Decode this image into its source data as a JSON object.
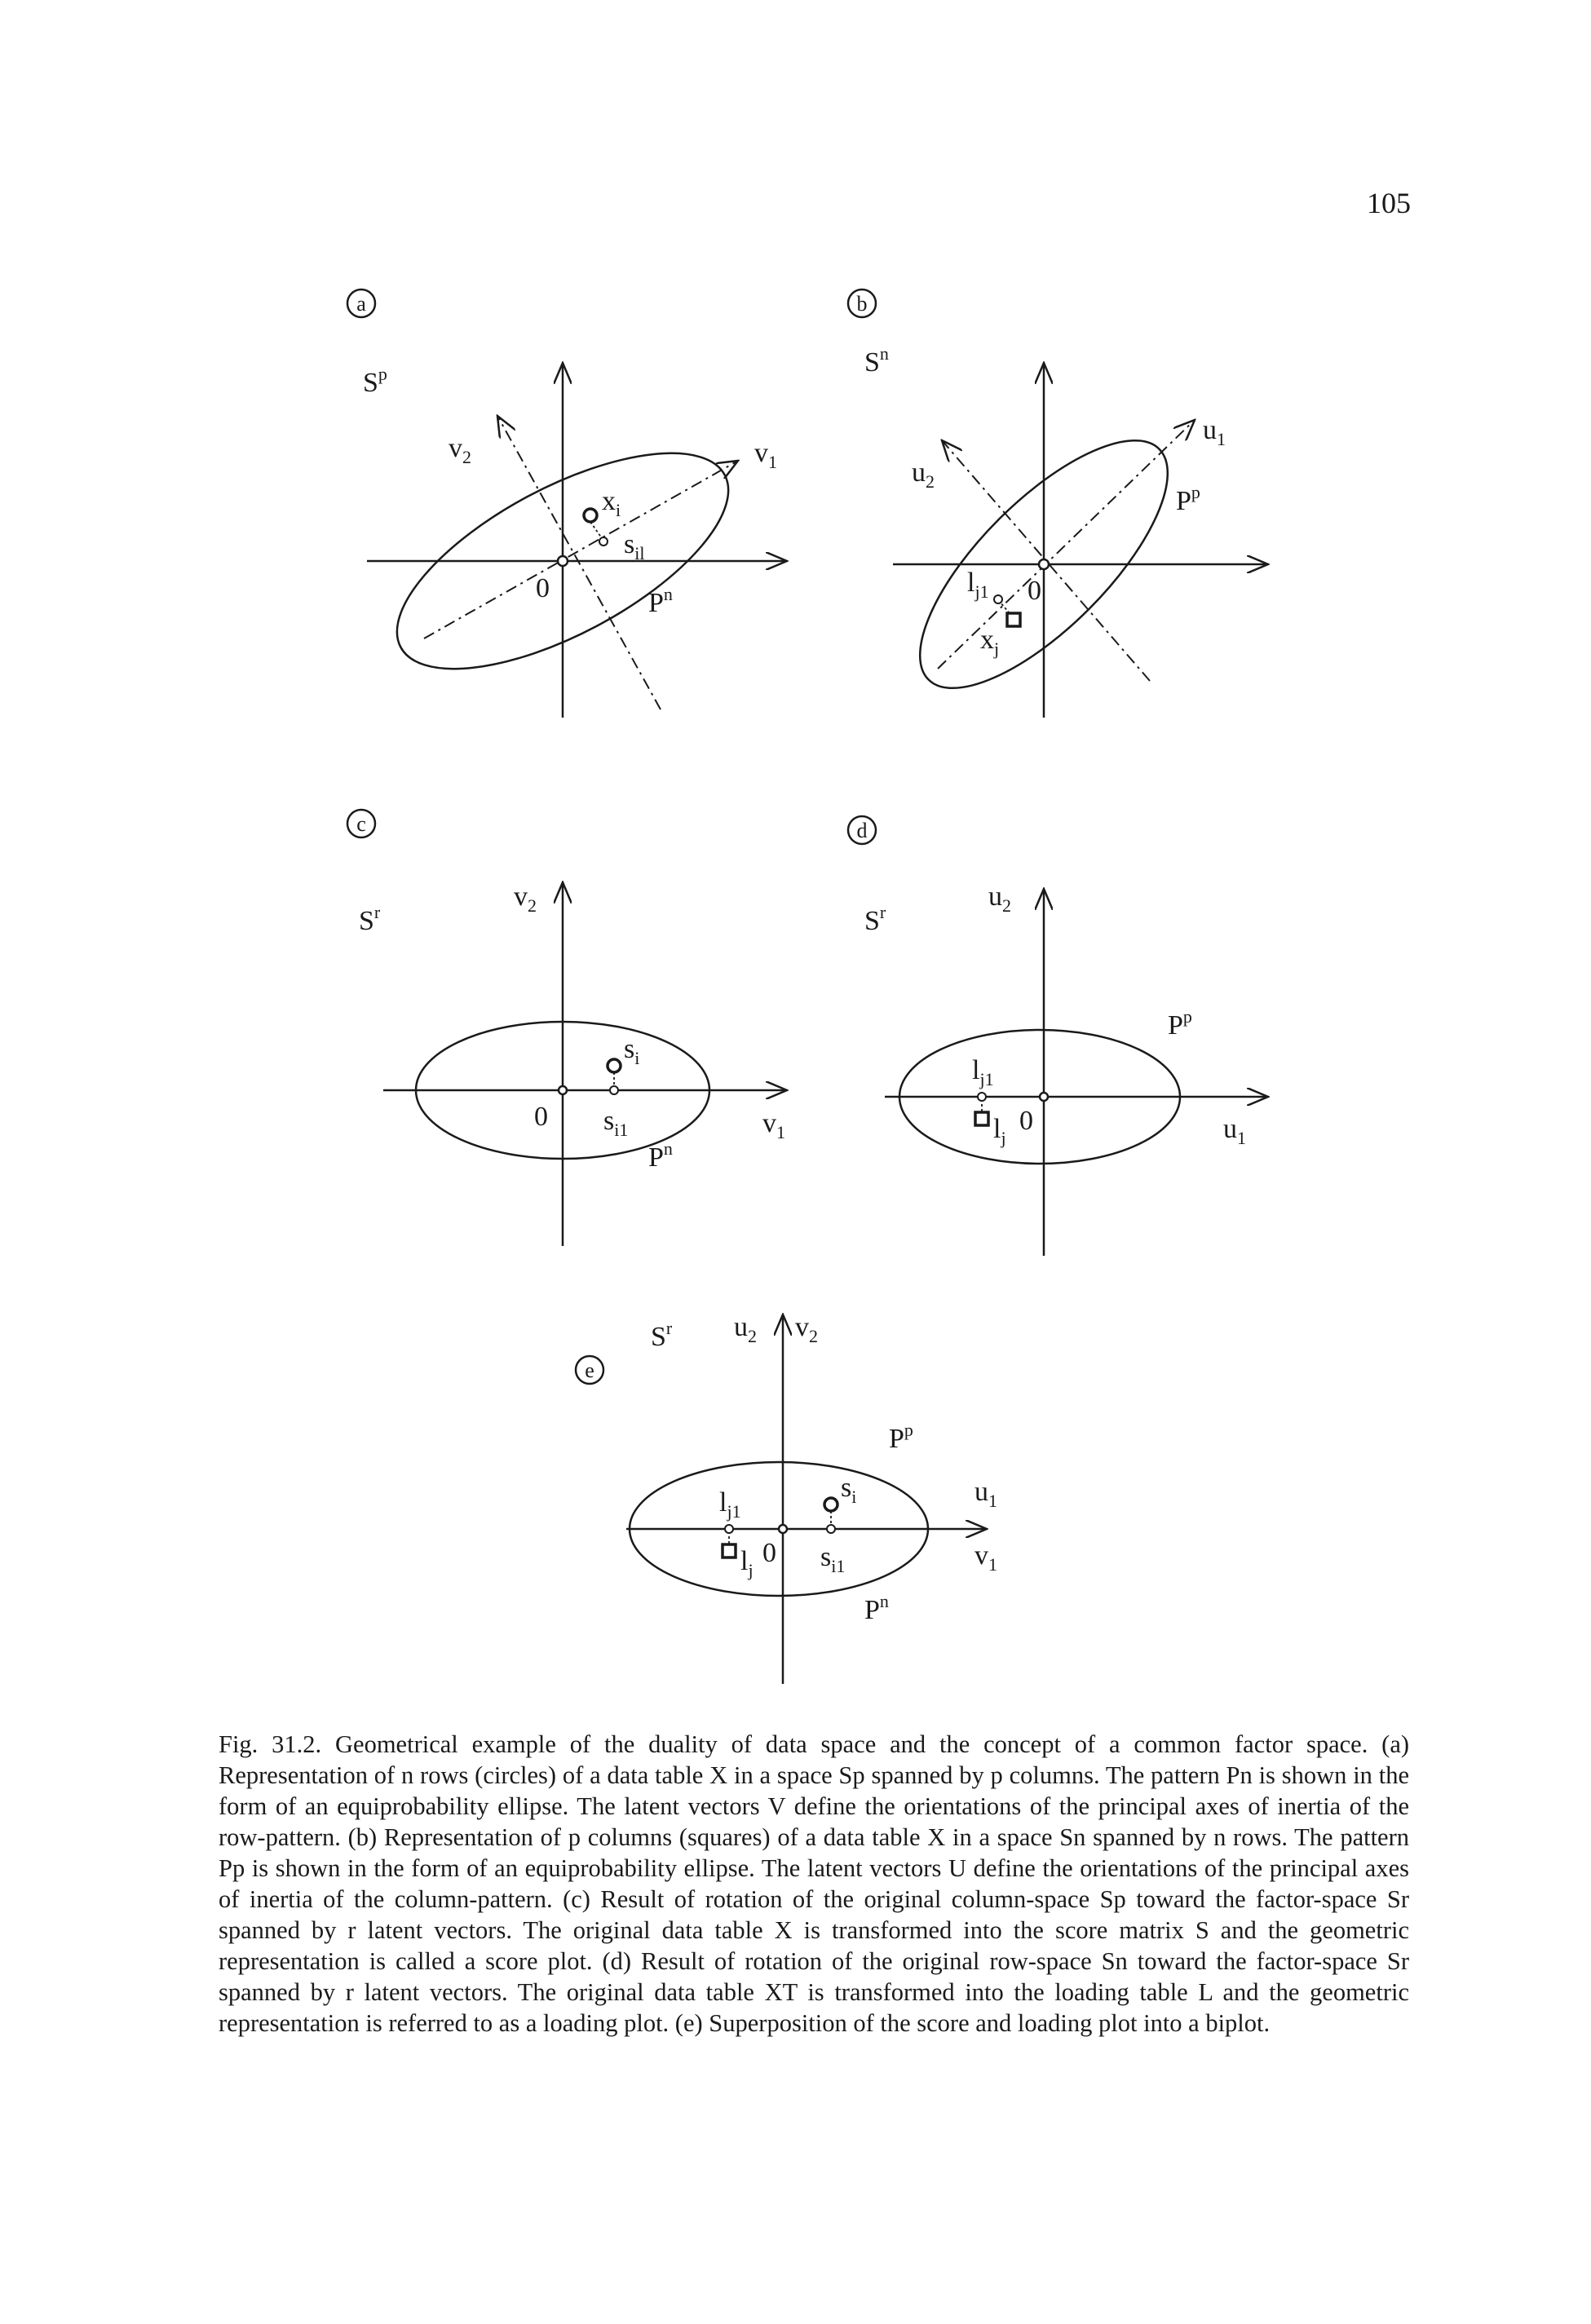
{
  "page": {
    "number": "105"
  },
  "panels": {
    "a": {
      "tag": "a",
      "space": "S",
      "space_sup": "p",
      "axis1": "v",
      "axis1_sub": "1",
      "axis2": "v",
      "axis2_sub": "2",
      "point": "x",
      "point_sub": "i",
      "proj": "s",
      "proj_sub": "il",
      "origin": "0",
      "pattern": "P",
      "pattern_sup": "n"
    },
    "b": {
      "tag": "b",
      "space": "S",
      "space_sup": "n",
      "axis1": "u",
      "axis1_sub": "1",
      "axis2": "u",
      "axis2_sub": "2",
      "point": "x",
      "point_sub": "j",
      "proj": "l",
      "proj_sub": "j1",
      "origin": "0",
      "pattern": "P",
      "pattern_sup": "p"
    },
    "c": {
      "tag": "c",
      "space": "S",
      "space_sup": "r",
      "axis1": "v",
      "axis1_sub": "1",
      "axis2": "v",
      "axis2_sub": "2",
      "point": "s",
      "point_sub": "i",
      "proj": "s",
      "proj_sub": "i1",
      "origin": "0",
      "pattern": "P",
      "pattern_sup": "n"
    },
    "d": {
      "tag": "d",
      "space": "S",
      "space_sup": "r",
      "axis1": "u",
      "axis1_sub": "1",
      "axis2": "u",
      "axis2_sub": "2",
      "point": "l",
      "point_sub": "j",
      "proj": "l",
      "proj_sub": "j1",
      "origin": "0",
      "pattern": "P",
      "pattern_sup": "p"
    },
    "e": {
      "tag": "e",
      "space": "S",
      "space_sup": "r",
      "axis1a": "u",
      "axis1a_sub": "1",
      "axis1b": "v",
      "axis1b_sub": "1",
      "axis2a": "u",
      "axis2a_sub": "2",
      "axis2b": "v",
      "axis2b_sub": "2",
      "point_s": "s",
      "point_s_sub": "i",
      "proj_s": "s",
      "proj_s_sub": "i1",
      "point_l": "l",
      "point_l_sub": "j",
      "proj_l": "l",
      "proj_l_sub": "j1",
      "origin": "0",
      "pattern_p": "P",
      "pattern_p_sup": "p",
      "pattern_n": "P",
      "pattern_n_sup": "n"
    }
  },
  "caption": {
    "label": "Fig. 31.2.",
    "text": "Geometrical example of the duality of data space and the concept of a common factor space. (a) Representation of n rows (circles) of a data table X in a space Sp spanned by p columns. The pattern Pn is shown in the form of an equiprobability ellipse. The latent vectors V define the orientations of the principal axes of inertia of the row-pattern. (b) Representation of p columns (squares) of a data table X in a space Sn spanned by n rows. The pattern Pp is shown in the form of an equiprobability ellipse. The latent vectors U define the orientations of the principal axes of inertia of the column-pattern. (c) Result of rotation of the original column-space Sp toward the factor-space Sr spanned by r latent vectors. The original data table X is transformed into the score matrix S and the geometric representation is called a score plot. (d) Result of rotation of the original row-space Sn toward the factor-space Sr spanned by r latent vectors. The original data table XT is transformed into the loading table L and the geometric representation is referred to as a loading plot. (e) Superposition of the score and loading plot into a biplot."
  }
}
